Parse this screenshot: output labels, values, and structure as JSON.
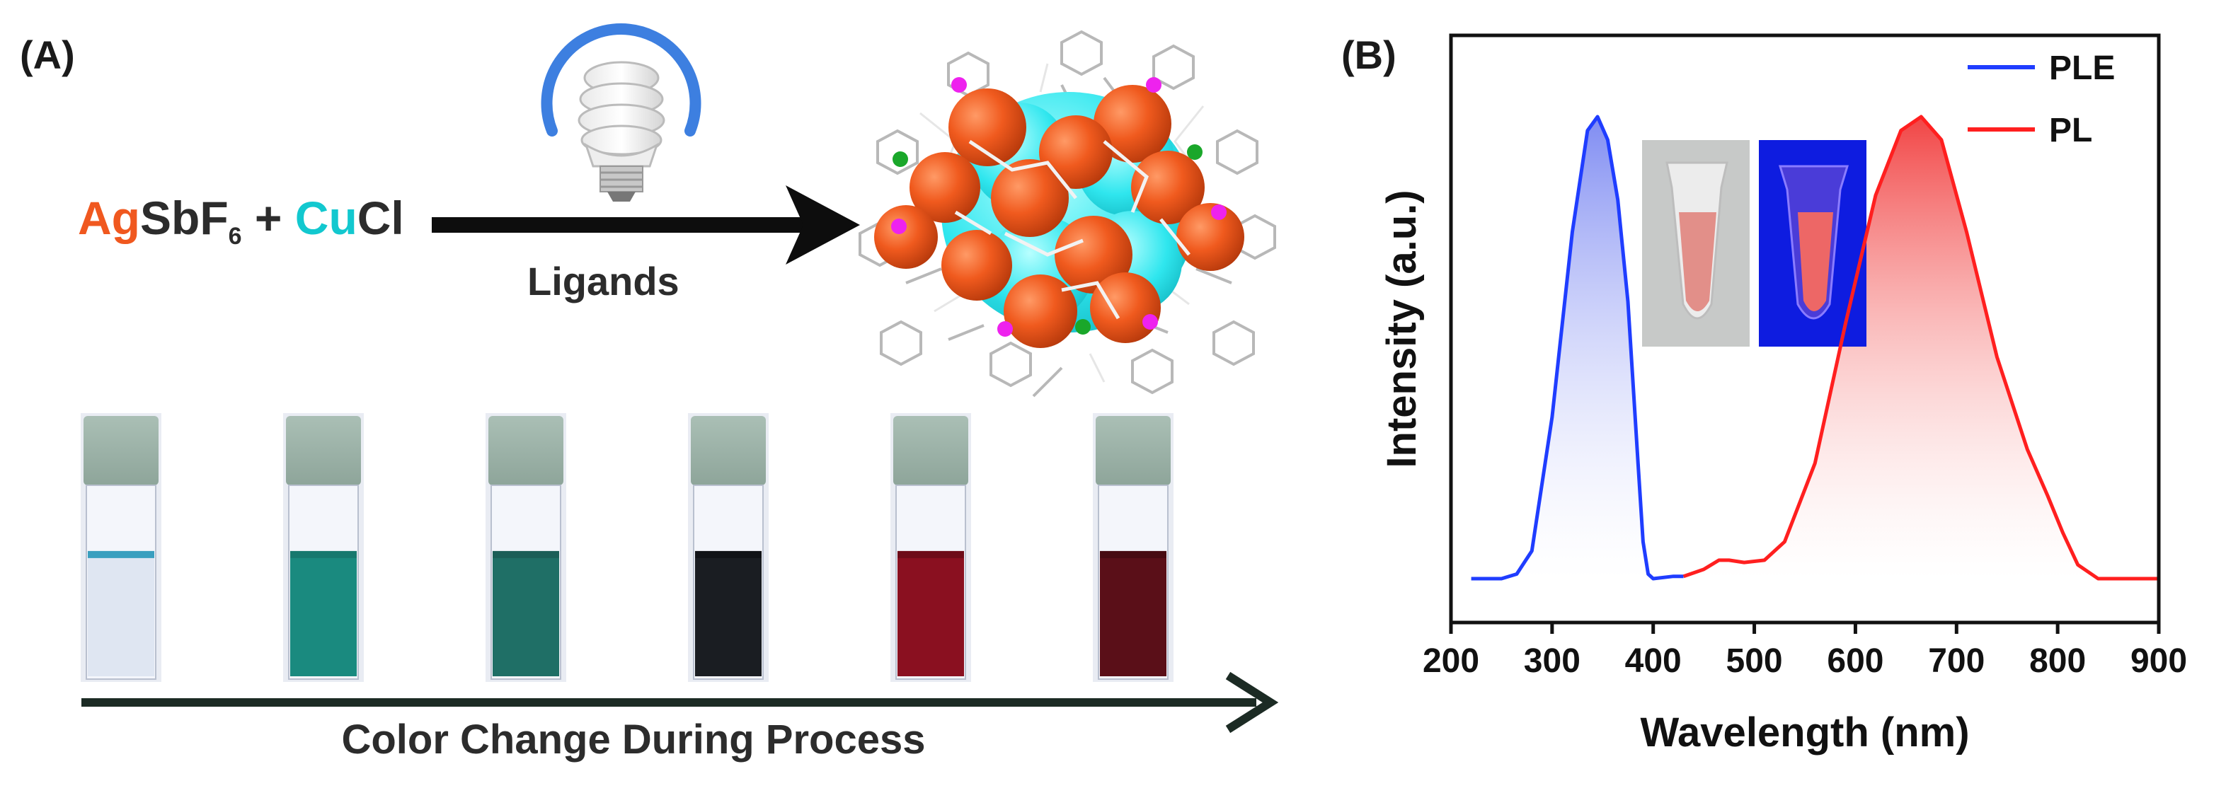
{
  "panel_a": {
    "label": "(A)",
    "equation": {
      "ag": "Ag",
      "sbf": "SbF",
      "sub6": "6",
      "plus": " + ",
      "cu": "Cu",
      "cl": "Cl"
    },
    "arrow_label": "Ligands",
    "caption": "Color Change During Process",
    "vials": [
      {
        "liquid": "#dfe6f2",
        "meniscus": "#3a9fbf",
        "fill": 0.5
      },
      {
        "liquid": "#1a8a7f",
        "meniscus": "#17786e",
        "fill": 0.5
      },
      {
        "liquid": "#1f6f66",
        "meniscus": "#1b5e57",
        "fill": 0.5
      },
      {
        "liquid": "#1a1d22",
        "meniscus": "#111317",
        "fill": 0.5
      },
      {
        "liquid": "#8a1020",
        "meniscus": "#6e0c19",
        "fill": 0.5
      },
      {
        "liquid": "#5a0f18",
        "meniscus": "#470b12",
        "fill": 0.5
      }
    ]
  },
  "panel_b": {
    "label": "(B)",
    "chart_data": {
      "type": "line",
      "xlabel": "Wavelength (nm)",
      "ylabel": "Intensity (a.u.)",
      "xlim": [
        200,
        900
      ],
      "ylim": [
        0,
        1.05
      ],
      "xticks": [
        "200",
        "300",
        "400",
        "500",
        "600",
        "700",
        "800",
        "900"
      ],
      "legend_position": "top-right",
      "series": [
        {
          "name": "PLE",
          "color": "#1f3dff",
          "x": [
            220,
            250,
            265,
            280,
            300,
            320,
            335,
            345,
            355,
            365,
            375,
            385,
            390,
            395,
            400,
            420,
            430
          ],
          "y": [
            0.0,
            0.0,
            0.01,
            0.06,
            0.35,
            0.75,
            0.97,
            1.0,
            0.95,
            0.82,
            0.6,
            0.25,
            0.08,
            0.01,
            0.0,
            0.005,
            0.005
          ]
        },
        {
          "name": "PL",
          "color": "#ff1f1f",
          "x": [
            430,
            450,
            465,
            475,
            490,
            510,
            530,
            560,
            590,
            620,
            645,
            665,
            685,
            710,
            740,
            770,
            790,
            805,
            820,
            840,
            860,
            900
          ],
          "y": [
            0.005,
            0.02,
            0.04,
            0.04,
            0.035,
            0.04,
            0.08,
            0.25,
            0.55,
            0.83,
            0.97,
            1.0,
            0.95,
            0.75,
            0.48,
            0.28,
            0.18,
            0.1,
            0.03,
            0.0,
            0.0,
            0.0
          ]
        }
      ]
    }
  }
}
